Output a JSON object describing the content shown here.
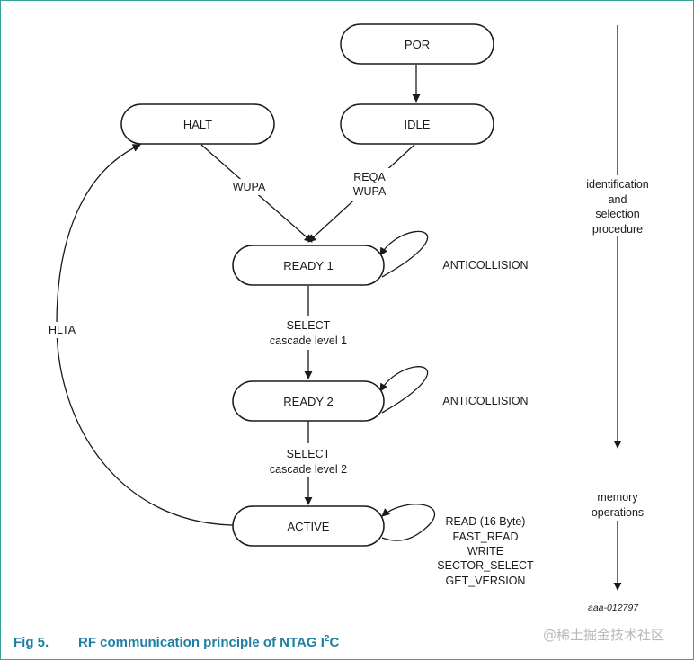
{
  "states": {
    "por": "POR",
    "idle": "IDLE",
    "halt": "HALT",
    "ready1": "READY 1",
    "ready2": "READY 2",
    "active": "ACTIVE"
  },
  "transitions": {
    "halt_to_ready1": "WUPA",
    "idle_to_ready1": [
      "REQA",
      "WUPA"
    ],
    "ready1_loop": "ANTICOLLISION",
    "ready1_to_ready2": [
      "SELECT",
      "cascade level 1"
    ],
    "ready2_loop": "ANTICOLLISION",
    "ready2_to_active": [
      "SELECT",
      "cascade level 2"
    ],
    "active_loop": [
      "READ (16 Byte)",
      "FAST_READ",
      "WRITE",
      "SECTOR_SELECT",
      "GET_VERSION"
    ],
    "active_to_halt": "HLTA"
  },
  "phases": {
    "identification": [
      "identification",
      "and",
      "selection",
      "procedure"
    ],
    "memory": [
      "memory",
      "operations"
    ]
  },
  "doc_id": "aaa-012797",
  "caption": {
    "number": "Fig 5.",
    "title_main": "RF communication principle of NTAG I",
    "title_sup": "2",
    "title_end": "C"
  },
  "watermark": "@稀土掘金技术社区",
  "colors": {
    "caption": "#1f7fa3",
    "border": "#3a9e9b",
    "line": "#1a1a1a",
    "watermark": "#b9b9b9"
  }
}
